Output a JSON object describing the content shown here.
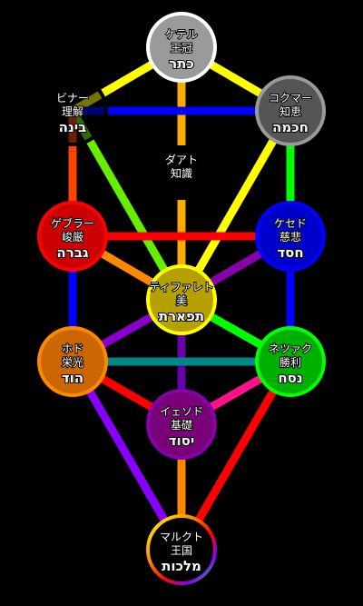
{
  "colors": {
    "background": "#000000",
    "keter": "#9a9a9a",
    "chokmah": "#555555",
    "binah": "#000000",
    "daat": "#000000",
    "chesed": "#0000cc",
    "gevurah": "#cc0000",
    "tiferet": "#b5a000",
    "netzach": "#00b000",
    "hod": "#cc6600",
    "yesod": "#7a007a",
    "malkuth": "#000000"
  },
  "sephirot": [
    {
      "id": "keter",
      "jp_name": "ケテル",
      "jp_meaning": "王冠",
      "hebrew": "כתר"
    },
    {
      "id": "chokmah",
      "jp_name": "コクマー",
      "jp_meaning": "知恵",
      "hebrew": "חכמה"
    },
    {
      "id": "binah",
      "jp_name": "ビナー",
      "jp_meaning": "理解",
      "hebrew": "בינה"
    },
    {
      "id": "daat",
      "jp_name": "ダアト",
      "jp_meaning": "知識",
      "hebrew": ""
    },
    {
      "id": "chesed",
      "jp_name": "ケセド",
      "jp_meaning": "慈悲",
      "hebrew": "חסד"
    },
    {
      "id": "gevurah",
      "jp_name": "ゲブラー",
      "jp_meaning": "峻厳",
      "hebrew": "גברה"
    },
    {
      "id": "tiferet",
      "jp_name": "ティファレト",
      "jp_meaning": "美",
      "hebrew": "תפארת"
    },
    {
      "id": "netzach",
      "jp_name": "ネツァク",
      "jp_meaning": "勝利",
      "hebrew": "נסח"
    },
    {
      "id": "hod",
      "jp_name": "ホド",
      "jp_meaning": "栄光",
      "hebrew": "הוד"
    },
    {
      "id": "yesod",
      "jp_name": "イェソド",
      "jp_meaning": "基礎",
      "hebrew": "יסוד"
    },
    {
      "id": "malkuth",
      "jp_name": "マルクト",
      "jp_meaning": "王国",
      "hebrew": "מלכות"
    }
  ],
  "paths": [
    {
      "from": "keter",
      "to": "chokmah",
      "color": "#ffff00"
    },
    {
      "from": "keter",
      "to": "binah",
      "color": "#ffff00"
    },
    {
      "from": "keter",
      "to": "tiferet",
      "color": "#ffaa00"
    },
    {
      "from": "chokmah",
      "to": "binah",
      "color": "#0000ff"
    },
    {
      "from": "chokmah",
      "to": "tiferet",
      "color": "#ffff00"
    },
    {
      "from": "chokmah",
      "to": "chesed",
      "color": "#00ff00"
    },
    {
      "from": "binah",
      "to": "tiferet",
      "color": "#66ee00"
    },
    {
      "from": "binah",
      "to": "gevurah",
      "color": "#ff4400"
    },
    {
      "from": "chesed",
      "to": "gevurah",
      "color": "#ff0000"
    },
    {
      "from": "chesed",
      "to": "tiferet",
      "color": "#8800aa"
    },
    {
      "from": "chesed",
      "to": "netzach",
      "color": "#0000ff"
    },
    {
      "from": "gevurah",
      "to": "tiferet",
      "color": "#ff8800"
    },
    {
      "from": "gevurah",
      "to": "hod",
      "color": "#0000ff"
    },
    {
      "from": "tiferet",
      "to": "netzach",
      "color": "#00ff00"
    },
    {
      "from": "tiferet",
      "to": "hod",
      "color": "#8800cc"
    },
    {
      "from": "tiferet",
      "to": "yesod",
      "color": "#6600aa"
    },
    {
      "from": "netzach",
      "to": "hod",
      "color": "#008888"
    },
    {
      "from": "netzach",
      "to": "yesod",
      "color": "#ff1188"
    },
    {
      "from": "netzach",
      "to": "malkuth",
      "color": "#ff0000"
    },
    {
      "from": "hod",
      "to": "yesod",
      "color": "#ff0000"
    },
    {
      "from": "hod",
      "to": "malkuth",
      "color": "#8800ff"
    },
    {
      "from": "yesod",
      "to": "malkuth",
      "color": "#ff8800"
    }
  ]
}
